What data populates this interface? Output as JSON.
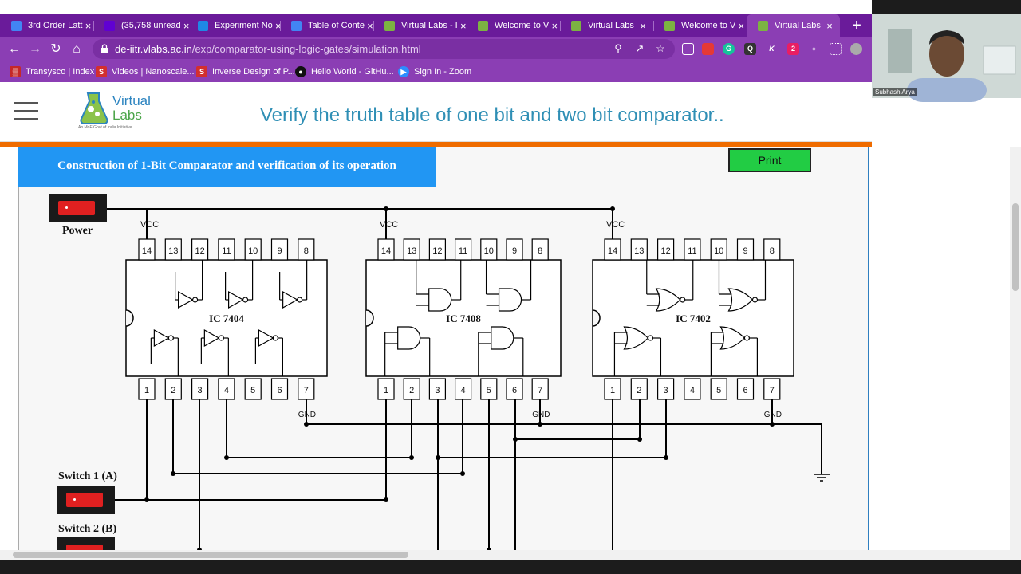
{
  "tabs": [
    {
      "label": "3rd Order Latt",
      "icon": "docs-icon",
      "color": "#4285f4"
    },
    {
      "label": "(35,758 unread",
      "icon": "mail-icon",
      "color": "#6001d2"
    },
    {
      "label": "Experiment No",
      "icon": "classroom-icon",
      "color": "#1e88e5"
    },
    {
      "label": "Table of Conte",
      "icon": "docs-icon",
      "color": "#4285f4"
    },
    {
      "label": "Virtual Labs - I",
      "icon": "vlabs-icon",
      "color": "#7cb342"
    },
    {
      "label": "Welcome to V",
      "icon": "vlabs-icon",
      "color": "#7cb342"
    },
    {
      "label": "Virtual Labs",
      "icon": "vlabs-icon",
      "color": "#7cb342"
    },
    {
      "label": "Welcome to V",
      "icon": "vlabs-icon",
      "color": "#7cb342"
    },
    {
      "label": "Virtual Labs",
      "icon": "vlabs-icon",
      "color": "#7cb342",
      "active": true
    }
  ],
  "address": {
    "host": "de-iitr.vlabs.ac.in",
    "path": "/exp/comparator-using-logic-gates/simulation.html"
  },
  "bookmarks": [
    {
      "label": "Transysco | Index",
      "icon": "transysco-icon"
    },
    {
      "label": "Videos | Nanoscale...",
      "icon": "s-icon"
    },
    {
      "label": "Inverse Design of P...",
      "icon": "s-icon"
    },
    {
      "label": "Hello World - GitHu...",
      "icon": "github-icon"
    },
    {
      "label": "Sign In - Zoom",
      "icon": "zoom-icon"
    }
  ],
  "header": {
    "logo_line1": "Virtual",
    "logo_line2": "Labs",
    "logo_tagline": "An MoE Govt of India Initiative",
    "title": "Verify the truth table of one bit and two bit comparator.."
  },
  "sim": {
    "banner": "Construction of 1-Bit Comparator and verification of its operation",
    "print_label": "Print",
    "power_label": "Power",
    "switch1_label": "Switch 1 (A)",
    "switch2_label": "Switch 2 (B)",
    "chips": [
      "IC 7404",
      "IC 7408",
      "IC 7402"
    ],
    "top_pins": [
      "14",
      "13",
      "12",
      "11",
      "10",
      "9",
      "8"
    ],
    "bottom_pins": [
      "1",
      "2",
      "3",
      "4",
      "5",
      "6",
      "7"
    ],
    "vcc": "VCC",
    "gnd": "GND"
  },
  "webcam": {
    "name": "Subhash Arya"
  },
  "colors": {
    "chrome": "#8b3eb4",
    "tabstrip": "#6a1b9a",
    "accent": "#ef6c00",
    "banner": "#2196f3",
    "print": "#22cc44"
  }
}
